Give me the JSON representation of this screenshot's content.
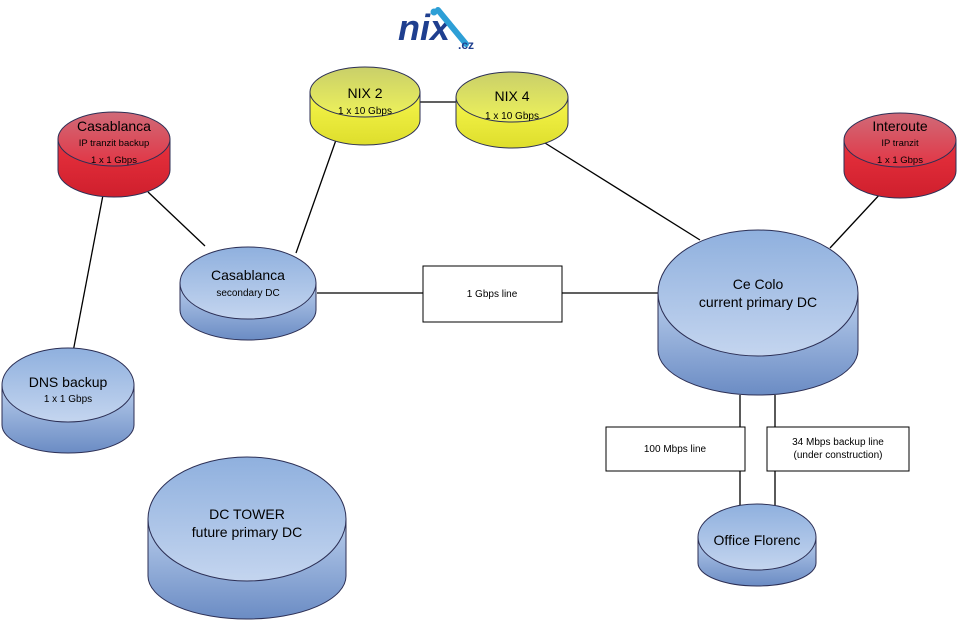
{
  "logo": {
    "name": "nix",
    "suffix": ".cz"
  },
  "nodes": {
    "nix2": {
      "title": "NIX 2",
      "lines": [
        "1 x 10 Gbps"
      ]
    },
    "nix4": {
      "title": "NIX 4",
      "lines": [
        "1 x 10 Gbps"
      ]
    },
    "casablanca_transit": {
      "title": "Casablanca",
      "lines": [
        "IP tranzit backup",
        "1 x 1 Gbps"
      ]
    },
    "interoute": {
      "title": "Interoute",
      "lines": [
        "IP tranzit",
        "1 x 1 Gbps"
      ]
    },
    "casablanca_dc": {
      "title": "Casablanca",
      "lines": [
        "secondary DC"
      ]
    },
    "cecolo": {
      "title": "Ce Colo",
      "lines": [
        "current primary DC"
      ]
    },
    "dns_backup": {
      "title": "DNS backup",
      "lines": [
        "1 x 1 Gbps"
      ]
    },
    "dc_tower": {
      "title": "DC TOWER",
      "lines": [
        "future primary DC"
      ]
    },
    "office_florenc": {
      "title": "Office Florenc",
      "lines": []
    }
  },
  "links": {
    "casablanca_cecolo": "1 Gbps line",
    "cecolo_office_primary": "100 Mbps line",
    "cecolo_office_backup": [
      "34 Mbps backup line",
      "(under construction)"
    ]
  },
  "colors": {
    "blue_cylinder": "#a9c2e6",
    "blue_cylinder_dark": "#5f7fb8",
    "yellow_cylinder": "#f4f44a",
    "red_cylinder": "#e8323e",
    "logo_blue": "#1f3f8f",
    "logo_cyan": "#2d9fd6"
  }
}
